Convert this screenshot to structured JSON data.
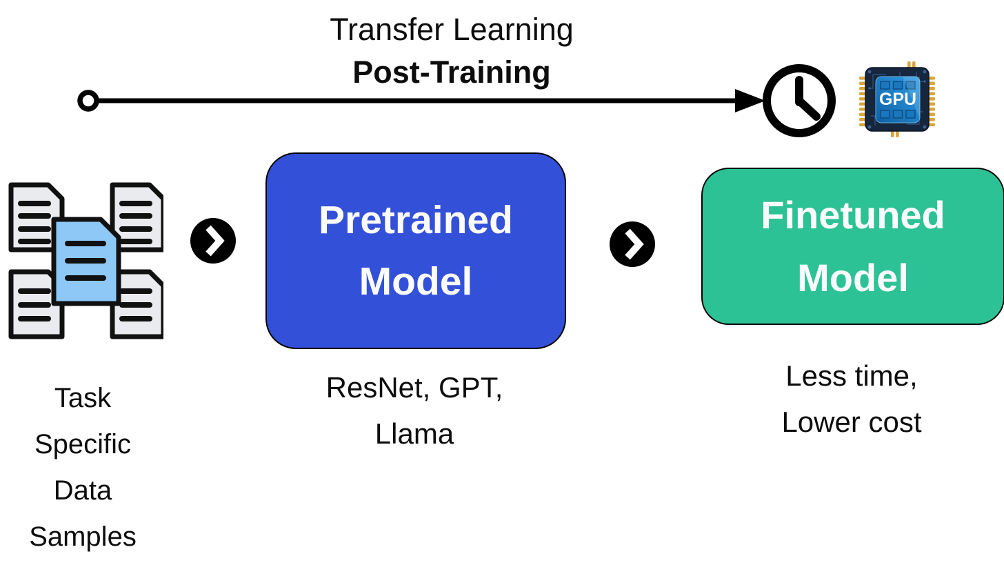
{
  "title": {
    "line1": "Transfer Learning",
    "line2": "Post-Training"
  },
  "timeline": {
    "icons": [
      "timeline-start-dot-icon",
      "arrow-right-icon",
      "clock-icon",
      "gpu-chip-icon"
    ],
    "gpu_label": "GPU"
  },
  "nodes": {
    "data_samples": {
      "icon": "documents-cluster-icon",
      "caption": [
        "Task",
        "Specific",
        "Data",
        "Samples"
      ]
    },
    "pretrained": {
      "title": [
        "Pretrained",
        "Model"
      ],
      "caption": [
        "ResNet, GPT,",
        "Llama"
      ],
      "color": "#3351d8"
    },
    "finetuned": {
      "title": [
        "Finetuned",
        "Model"
      ],
      "caption": [
        "Less time,",
        "Lower cost"
      ],
      "color": "#2cc295"
    }
  },
  "connectors": {
    "icon": "chevron-right-circle-icon"
  },
  "colors": {
    "pretrained_blue": "#3351d8",
    "finetuned_green": "#2cc295",
    "document_blue": "#8dc8f7",
    "document_gray": "#e9ebee",
    "ink_black": "#0d0d0d",
    "gpu_pin_gold": "#d9a53a",
    "gpu_chip_navy": "#16263d",
    "gpu_core_blue": "#1d82cf"
  }
}
